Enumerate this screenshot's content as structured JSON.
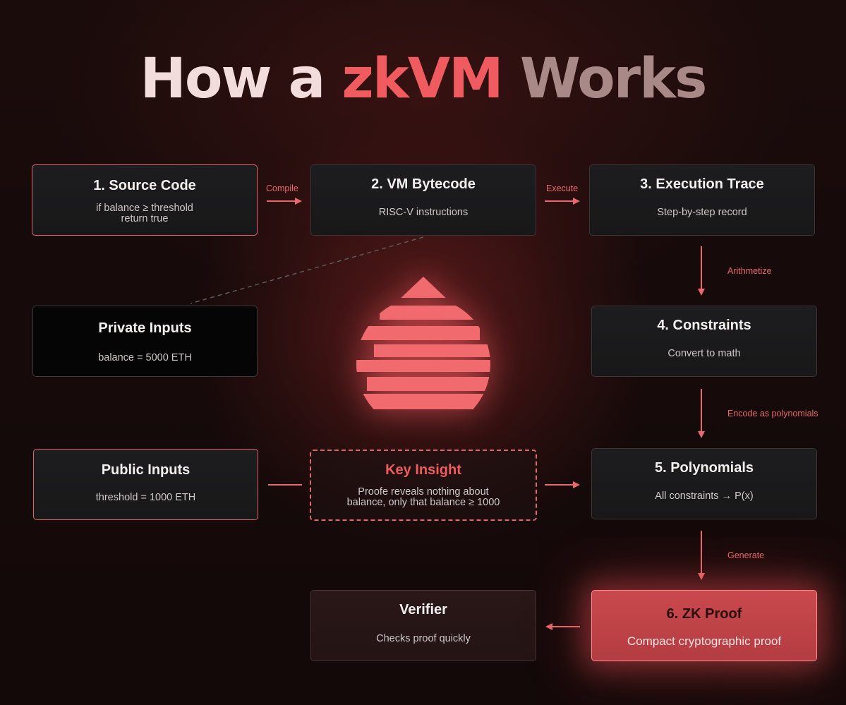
{
  "title": {
    "part1": "How a ",
    "part2": "zkVM",
    "part3": " Works"
  },
  "colors": {
    "accent": "#ef5b5f",
    "background": "#160a0a"
  },
  "boxes": {
    "source": {
      "heading": "1. Source Code",
      "line1": "if balance ≥ threshold",
      "line2": "return true"
    },
    "bytecode": {
      "heading": "2. VM Bytecode",
      "desc": "RISC-V instructions"
    },
    "trace": {
      "heading": "3. Execution Trace",
      "desc": "Step-by-step record"
    },
    "private": {
      "heading": "Private Inputs",
      "desc": "balance = 5000 ETH"
    },
    "constraints": {
      "heading": "4. Constraints",
      "desc": "Convert to math"
    },
    "public": {
      "heading": "Public Inputs",
      "desc": "threshold = 1000 ETH"
    },
    "insight": {
      "heading": "Key Insight",
      "line1": "Proofe reveals nothing about",
      "line2": "balance, only that balance ≥ 1000"
    },
    "polynomials": {
      "heading": "5. Polynomials",
      "desc": "All constraints → P(x)"
    },
    "verifier": {
      "heading": "Verifier",
      "desc": "Checks proof quickly"
    },
    "zkproof": {
      "heading": "6. ZK Proof",
      "desc": "Compact cryptographic proof"
    }
  },
  "labels": {
    "compile": "Compile",
    "execute": "Execute",
    "arithmetize": "Arithmetize",
    "encode": "Encode as polynomials",
    "generate": "Generate"
  },
  "icons": {
    "logo": "zkvm-striped-drop-icon"
  }
}
